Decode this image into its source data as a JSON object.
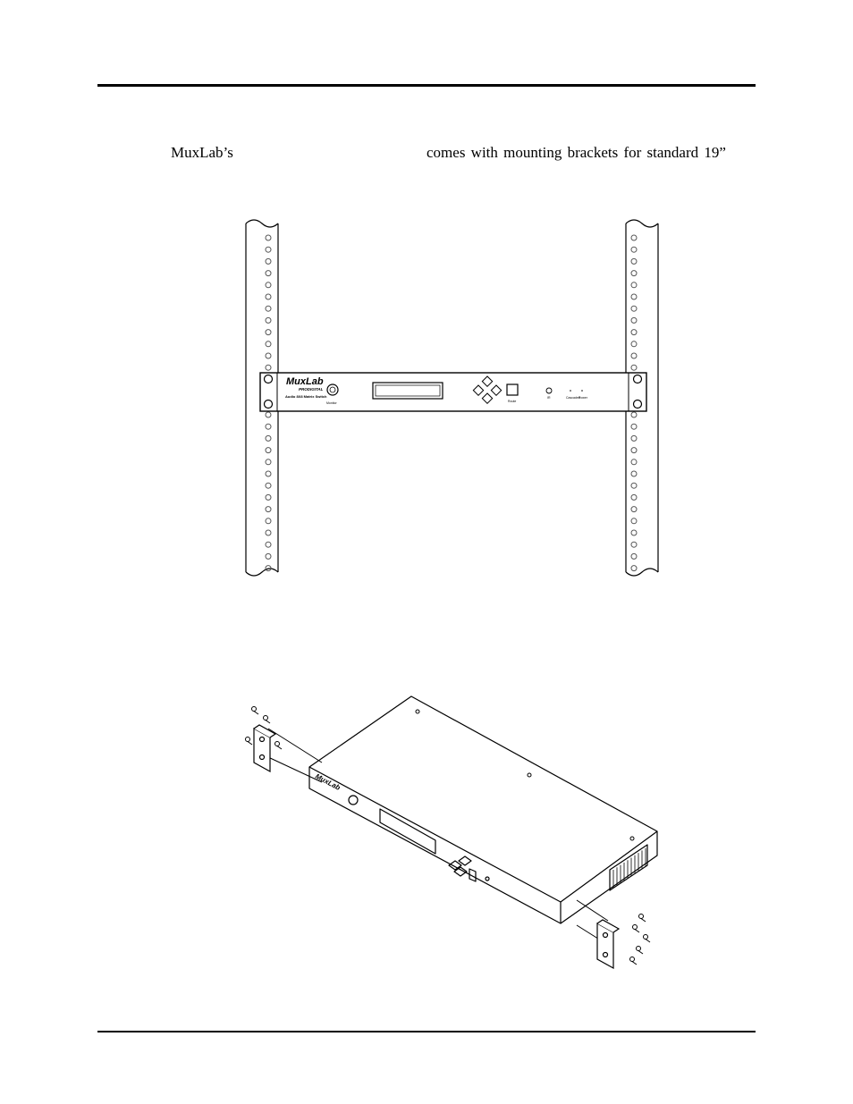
{
  "paragraph": {
    "left_text": "MuxLab’s",
    "right_text": "comes with mounting brackets for standard 19”"
  },
  "figure_front": {
    "brand": "MuxLab",
    "sub_brand": "PRODIGITAL",
    "model": "Audio 8X8 Matrix Switch",
    "monitor_label": "Monitor",
    "route_label": "Route",
    "ir_label": "IR",
    "cascaded_label": "Cascaded",
    "power_label": "Power"
  },
  "figure_iso": {
    "brand": "MuxLab"
  }
}
